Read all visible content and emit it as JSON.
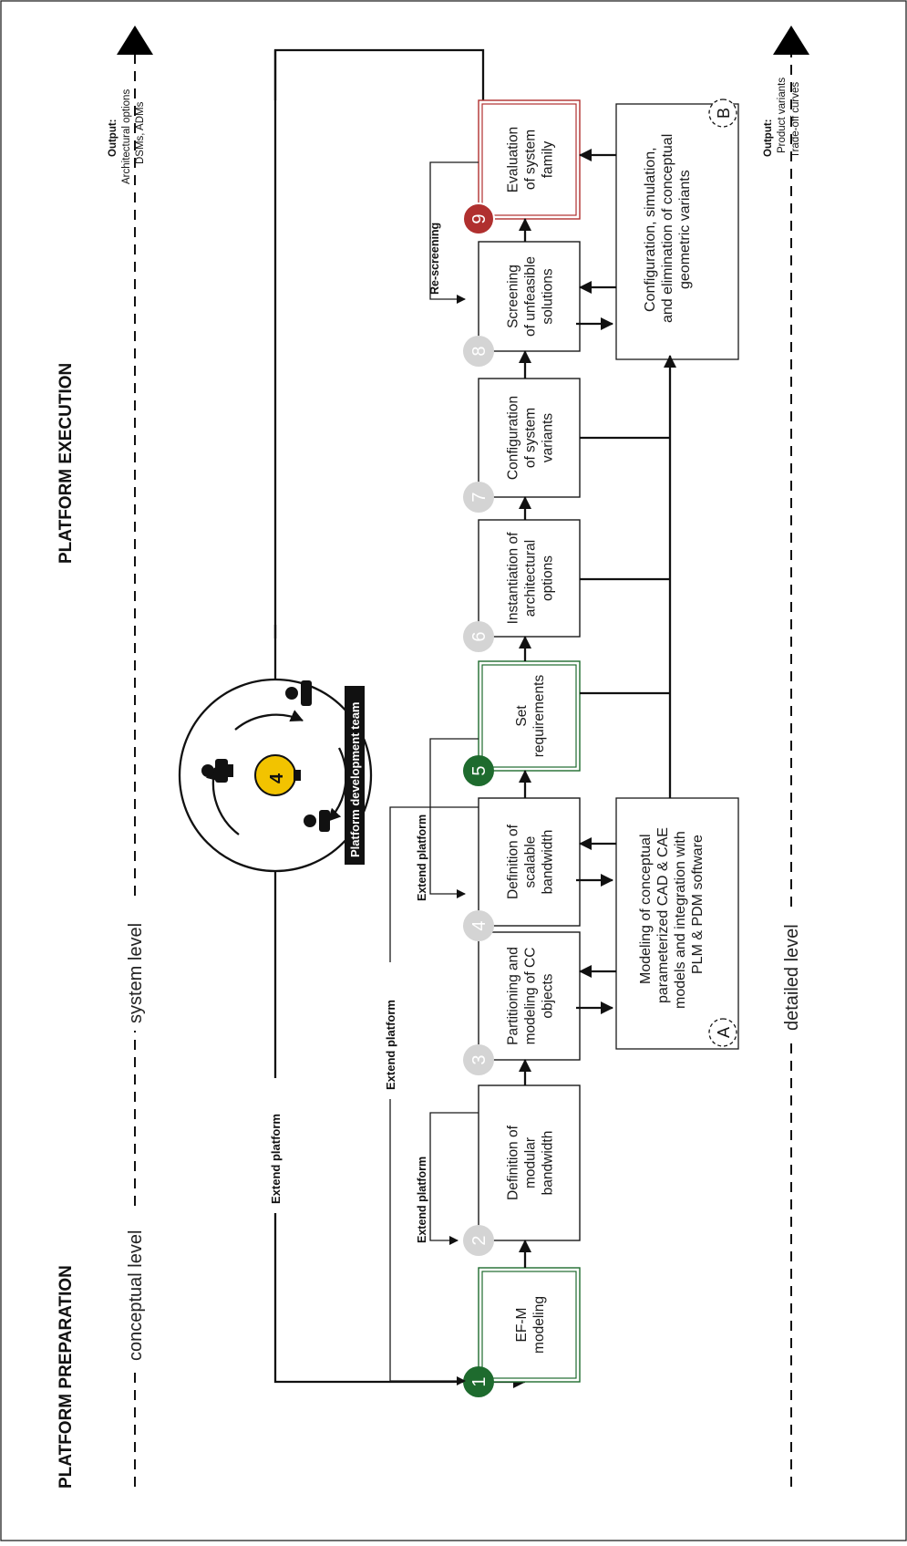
{
  "sections": {
    "preparation": "PLATFORM PREPARATION",
    "execution": "PLATFORM EXECUTION"
  },
  "levels": {
    "conceptual": "conceptual level",
    "system": "system level",
    "detailed": "detailed level"
  },
  "outputs": {
    "top": {
      "title": "Output:",
      "line1": "Architectural options",
      "line2": "DSMs, ADMs"
    },
    "bottom": {
      "title": "Output:",
      "line1": "Product variants",
      "line2": "Trade-off curves"
    }
  },
  "steps": [
    {
      "number": "1",
      "lines": [
        "EF-M",
        "modeling"
      ],
      "style": "green"
    },
    {
      "number": "2",
      "lines": [
        "Definition of",
        "modular",
        "bandwidth"
      ],
      "style": "grey"
    },
    {
      "number": "3",
      "lines": [
        "Partitioning and",
        "modeling of CC",
        "objects"
      ],
      "style": "grey"
    },
    {
      "number": "4",
      "lines": [
        "Definition of",
        "scalable",
        "bandwidth"
      ],
      "style": "grey"
    },
    {
      "number": "5",
      "lines": [
        "Set",
        "requirements"
      ],
      "style": "green"
    },
    {
      "number": "6",
      "lines": [
        "Instantiation of",
        "architectural",
        "options"
      ],
      "style": "grey"
    },
    {
      "number": "7",
      "lines": [
        "Configuration",
        "of system",
        "variants"
      ],
      "style": "grey"
    },
    {
      "number": "8",
      "lines": [
        "Screening",
        "of unfeasible",
        "solutions"
      ],
      "style": "grey"
    },
    {
      "number": "9",
      "lines": [
        "Evaluation",
        "of system",
        "family"
      ],
      "style": "red"
    }
  ],
  "tools": {
    "a": {
      "letter": "A",
      "lines": [
        "Modeling of conceptual",
        "parameterized CAD & CAE",
        "models and integration with",
        "PLM & PDM software"
      ]
    },
    "b": {
      "letter": "B",
      "lines": [
        "Configuration, simulation,",
        "and elimination of conceptual",
        "geometric variants"
      ]
    }
  },
  "loops": {
    "extend_platform": "Extend platform",
    "re_screening": "Re-screening"
  },
  "team": {
    "label": "Platform development team"
  },
  "colors": {
    "green": "#1e6b2e",
    "red": "#b0302f",
    "grey_circle": "#d4d4d4",
    "team_bulb": "#f2c300"
  }
}
